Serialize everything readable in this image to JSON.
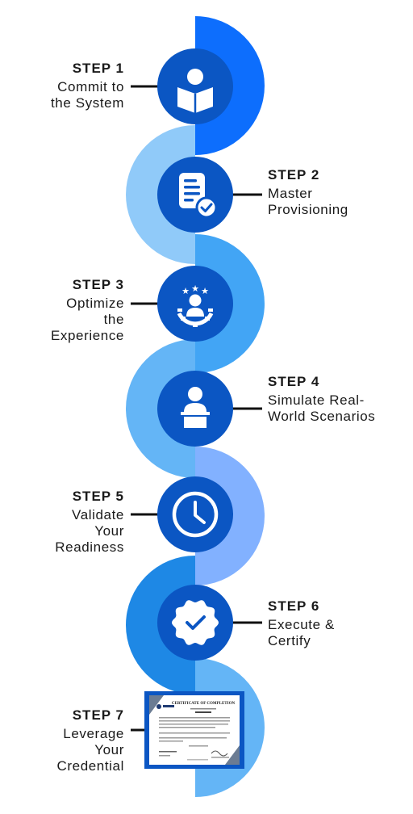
{
  "colors": {
    "dark_blue": "#0d47a1",
    "icon_blue": "#0b56c3",
    "band_colors": [
      "#0d6efd",
      "#90caf9",
      "#42a5f5",
      "#64b5f6",
      "#82b1ff",
      "#1e88e5",
      "#64b5f6"
    ]
  },
  "steps": [
    {
      "step": "STEP 1",
      "lines": [
        "Commit to",
        "the System"
      ],
      "icon": "reading-book-icon"
    },
    {
      "step": "STEP 2",
      "lines": [
        "Master",
        "Provisioning"
      ],
      "icon": "checked-document-icon"
    },
    {
      "step": "STEP 3",
      "lines": [
        "Optimize",
        "the",
        "Experience"
      ],
      "icon": "user-gear-stars-icon"
    },
    {
      "step": "STEP 4",
      "lines": [
        "Simulate Real-",
        "World Scenarios"
      ],
      "icon": "presenter-podium-icon"
    },
    {
      "step": "STEP 5",
      "lines": [
        "Validate",
        "Your",
        "Readiness"
      ],
      "icon": "clock-icon"
    },
    {
      "step": "STEP 6",
      "lines": [
        "Execute &",
        "Certify"
      ],
      "icon": "verified-badge-icon"
    },
    {
      "step": "STEP 7",
      "lines": [
        "Leverage",
        "Your",
        "Credential"
      ],
      "icon": "certificate-icon"
    }
  ],
  "certificate": {
    "title": "CERTIFICATE OF COMPLETION"
  }
}
